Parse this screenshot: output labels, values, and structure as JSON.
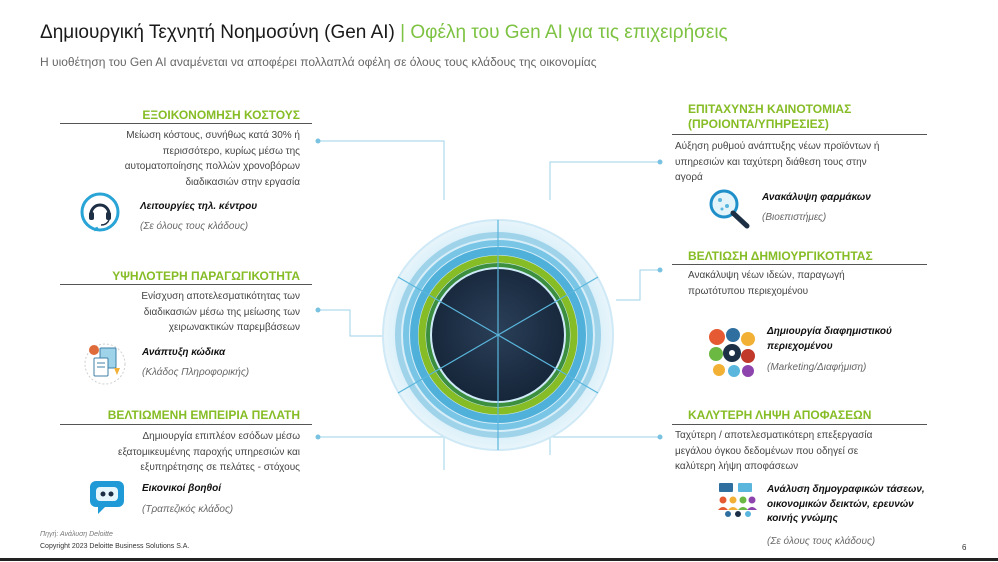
{
  "header": {
    "title_main": "Δημιουργική Τεχνητή Νοημοσύνη (Gen AI)",
    "title_separator": "|",
    "title_accent": "Οφέλη του Gen AI για τις επιχειρήσεις",
    "subtitle": "Η υιοθέτηση του Gen AI αναμένεται να αποφέρει πολλαπλά οφέλη σε όλους τους κλάδους της οικονομίας"
  },
  "benefits": {
    "cost": {
      "title": "ΕΞΟΙΚΟΝΟΜΗΣΗ ΚΟΣΤΟΥΣ",
      "desc": [
        "Μείωση κόστους, συνήθως κατά 30% ή",
        "περισσότερο, κυρίως μέσω της",
        "αυτοματοποίησης πολλών χρονοβόρων",
        "διαδικασιών στην εργασία"
      ],
      "example": "Λειτουργίες τηλ. κέντρου",
      "example_sub": "(Σε όλους τους κλάδους)",
      "icon": "headset-icon"
    },
    "productivity": {
      "title": "ΥΨΗΛΟΤΕΡΗ ΠΑΡΑΓΩΓΙΚΟΤΗΤΑ",
      "desc": [
        "Ενίσχυση αποτελεσματικότητας των",
        "διαδικασιών μέσω της μείωσης των",
        "χειρωνακτικών παρεμβάσεων"
      ],
      "example": "Ανάπτυξη κώδικα",
      "example_sub": "(Κλάδος Πληροφορικής)",
      "icon": "code-documents-icon"
    },
    "customer": {
      "title": "ΒΕΛΤΙΩΜΕΝΗ ΕΜΠΕΙΡΙΑ ΠΕΛΑΤΗ",
      "desc": [
        "Δημιουργία επιπλέον εσόδων μέσω",
        "εξατομικευμένης παροχής υπηρεσιών και",
        "εξυπηρέτησης σε πελάτες - στόχους"
      ],
      "example": "Εικονικοί βοηθοί",
      "example_sub": "(Τραπεζικός κλάδος)",
      "icon": "chatbot-icon"
    },
    "innovation": {
      "title_lines": [
        "ΕΠΙΤΑΧΥΝΣΗ ΚΑΙΝΟΤΟΜΙΑΣ",
        "(ΠΡΟΙΟΝΤΑ/ΥΠΗΡΕΣΙΕΣ)"
      ],
      "desc": [
        "Αύξηση ρυθμού ανάπτυξης νέων προϊόντων ή",
        "υπηρεσιών και ταχύτερη διάθεση τους στην",
        "αγορά"
      ],
      "example": "Ανακάλυψη φαρμάκων",
      "example_sub": "(Βιοεπιστήμες)",
      "icon": "magnifier-icon"
    },
    "creativity": {
      "title": "ΒΕΛΤΙΩΣΗ ΔΗΜΙΟΥΡΓΙΚΟΤΗΤΑΣ",
      "desc": [
        "Ανακάλυψη νέων ιδεών, παραγωγή",
        "πρωτότυπου περιεχομένου"
      ],
      "example_lines": [
        "Δημιουργία διαφημιστικού",
        "περιεχομένου"
      ],
      "example_sub": "(Marketing/Διαφήμιση)",
      "icon": "creative-icons-icon"
    },
    "decisions": {
      "title": "ΚΑΛΥΤΕΡΗ ΛΗΨΗ ΑΠΟΦΑΣΕΩΝ",
      "desc": [
        "Ταχύτερη / αποτελεσματικότερη επεξεργασία",
        "μεγάλου όγκου δεδομένων που οδηγεί σε",
        "καλύτερη λήψη αποφάσεων"
      ],
      "example_lines": [
        "Ανάλυση δημογραφικών τάσεων,",
        "οικονομικών δεικτών, ερευνών",
        "κοινής γνώμης"
      ],
      "example_sub": "(Σε όλους τους κλάδους)",
      "icon": "people-analytics-icon"
    }
  },
  "footer": {
    "source": "Πηγή: Ανάλυση Deloitte",
    "copyright": "Copyright 2023 Deloitte Business Solutions S.A.",
    "page": "6"
  },
  "colors": {
    "accent_green": "#86bc25",
    "light_blue": "#9fd3ea",
    "mid_blue": "#5ab6dc",
    "dark_navy": "#1d2f45"
  }
}
